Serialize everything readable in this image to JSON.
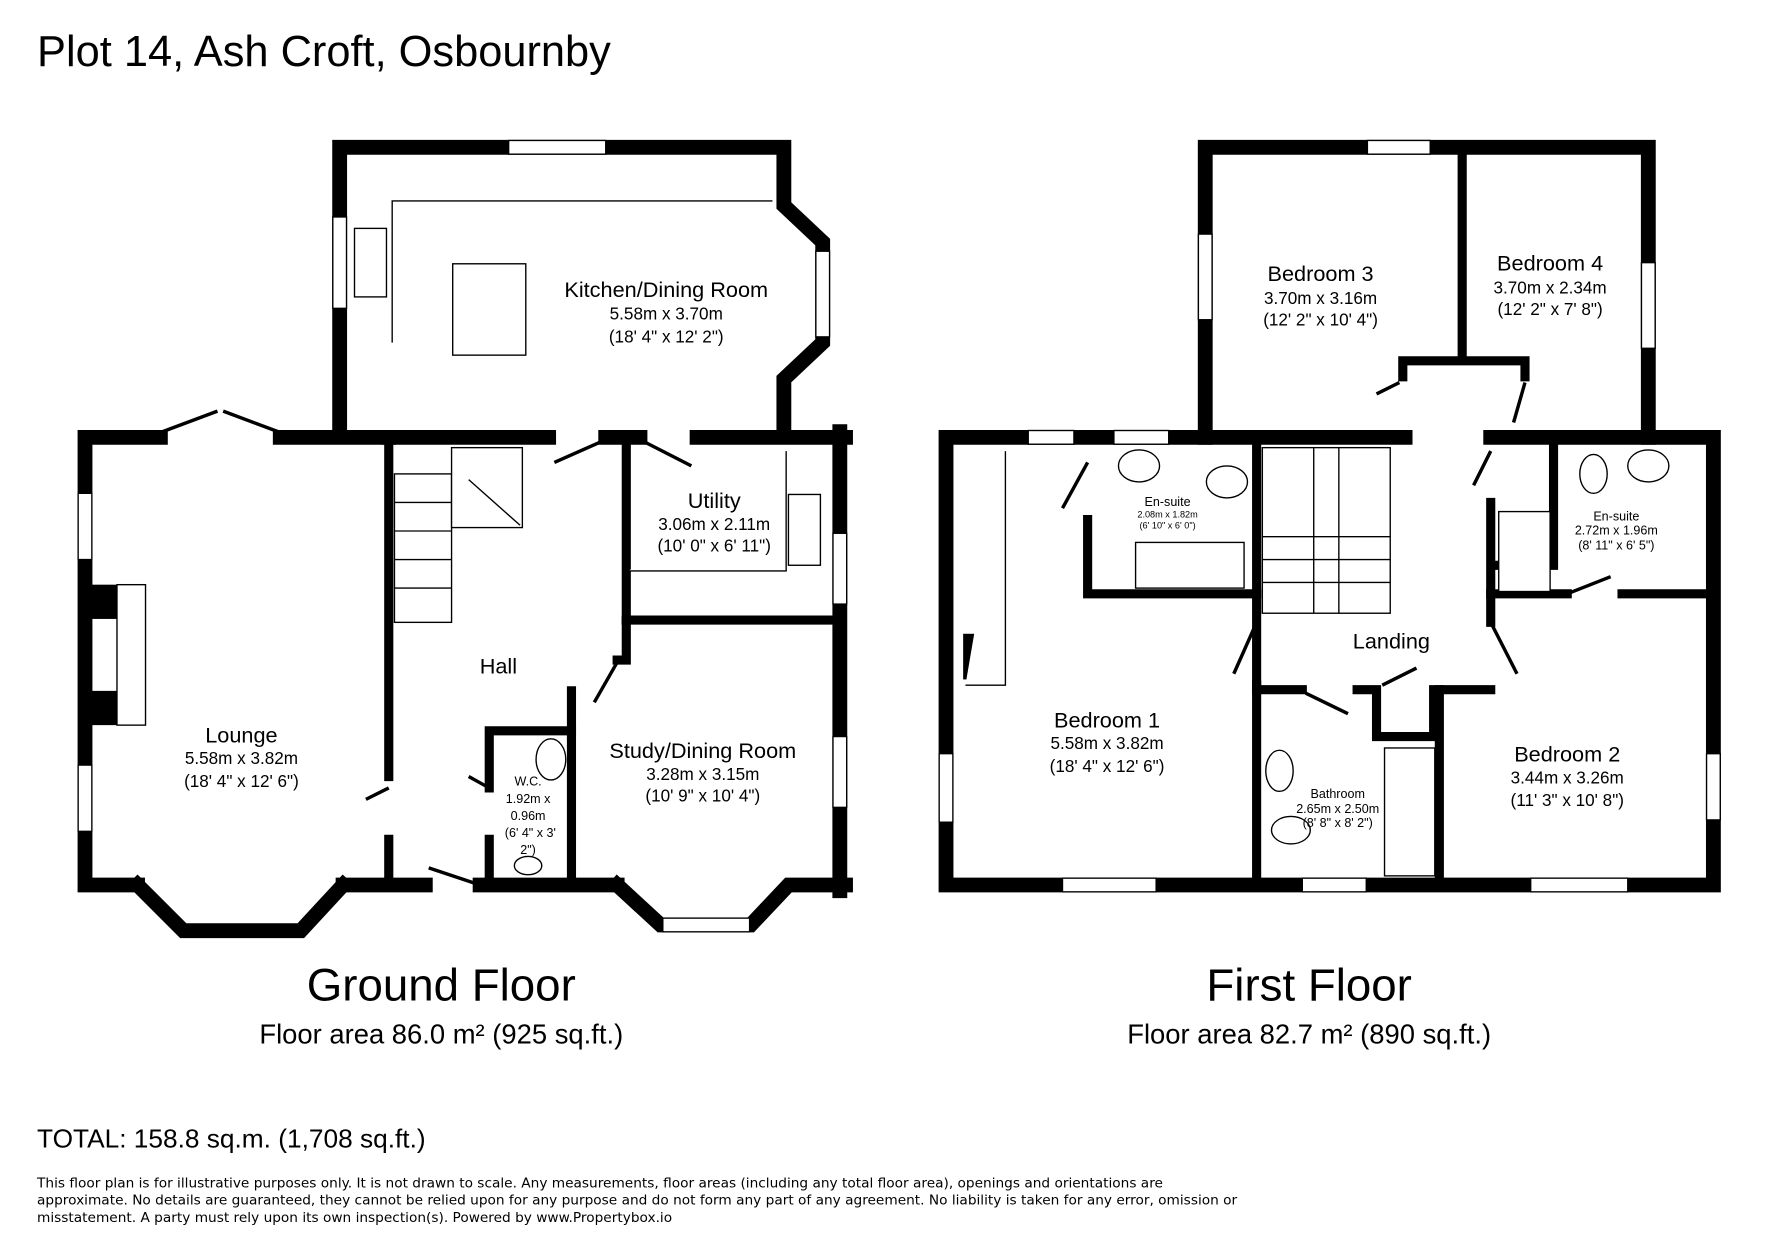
{
  "title": "Plot 14, Ash Croft, Osbournby",
  "ground_floor": {
    "name": "Ground Floor",
    "area": "Floor area 86.0 m² (925 sq.ft.)",
    "rooms": [
      {
        "name": "Kitchen/Dining Room",
        "metric": "5.58m x 3.70m",
        "imperial": "(18' 4\" x 12' 2\")"
      },
      {
        "name": "Utility",
        "metric": "3.06m x 2.11m",
        "imperial": "(10' 0\" x 6' 11\")"
      },
      {
        "name": "Hall"
      },
      {
        "name": "Lounge",
        "metric": "5.58m x 3.82m",
        "imperial": "(18' 4\" x 12' 6\")"
      },
      {
        "name": "Study/Dining Room",
        "metric": "3.28m x 3.15m",
        "imperial": "(10' 9\" x 10' 4\")"
      },
      {
        "name": "W.C.",
        "metric_1": "1.92m x",
        "metric_2": "0.96m",
        "imperial_1": "(6' 4\" x 3'",
        "imperial_2": "2\")"
      }
    ]
  },
  "first_floor": {
    "name": "First Floor",
    "area": "Floor area 82.7 m² (890 sq.ft.)",
    "rooms": [
      {
        "name": "Bedroom 3",
        "metric": "3.70m x 3.16m",
        "imperial": "(12' 2\" x 10' 4\")"
      },
      {
        "name": "Bedroom 4",
        "metric": "3.70m x 2.34m",
        "imperial": "(12' 2\" x 7' 8\")"
      },
      {
        "name": "En-suite",
        "metric": "2.08m x 1.82m",
        "imperial": "(6' 10\" x 6' 0\")"
      },
      {
        "name": "En-suite",
        "metric": "2.72m x 1.96m",
        "imperial": "(8' 11\" x 6' 5\")"
      },
      {
        "name": "Landing"
      },
      {
        "name": "Bedroom 1",
        "metric": "5.58m x 3.82m",
        "imperial": "(18' 4\" x 12' 6\")"
      },
      {
        "name": "Bathroom",
        "metric": "2.65m x 2.50m",
        "imperial": "(8' 8\" x 8' 2\")"
      },
      {
        "name": "Bedroom 2",
        "metric": "3.44m x 3.26m",
        "imperial": "(11' 3\" x 10' 8\")"
      }
    ]
  },
  "total": "TOTAL: 158.8 sq.m. (1,708 sq.ft.)",
  "disclaimer": [
    "This floor plan is for illustrative purposes only. It is not drawn to scale. Any measurements, floor areas (including any total floor area), openings and orientations are",
    "approximate. No details are guaranteed, they cannot be relied upon for any purpose and do not form any part of any agreement. No liability is taken for any error, omission or",
    "misstatement. A party must rely upon its own inspection(s). Powered by www.Propertybox.io"
  ]
}
